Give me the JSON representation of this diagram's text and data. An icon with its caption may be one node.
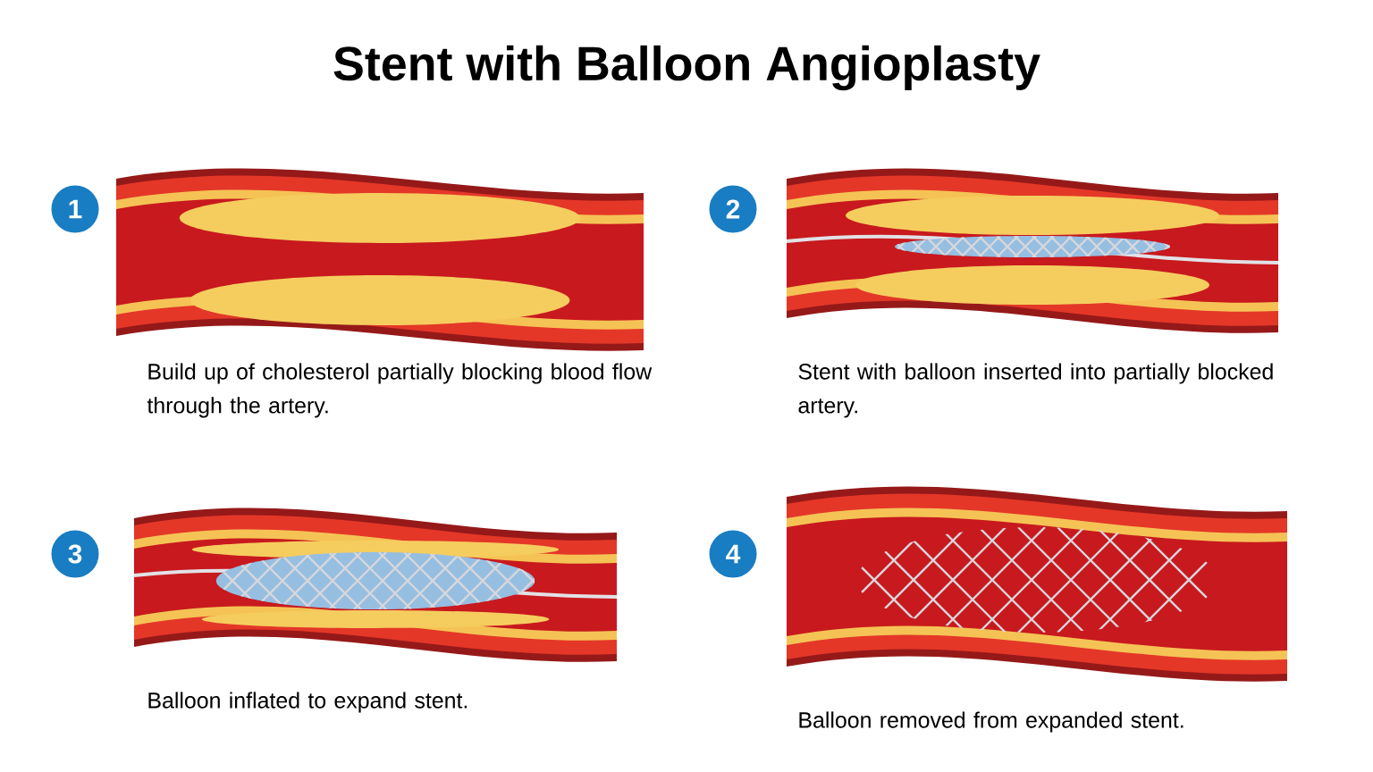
{
  "diagram": {
    "title": "Stent with Balloon Angioplasty",
    "nodes": [
      {
        "text": [
          "1"
        ]
      },
      {
        "text": [
          "2"
        ]
      },
      {
        "text": [
          "3"
        ]
      },
      {
        "text": [
          "4"
        ]
      }
    ],
    "edges": [],
    "labels": [
      "Build up of cholesterol partially blocking blood flow through the artery.",
      "Stent with balloon inserted into partially blocked artery.",
      "Balloon inflated to expand stent.",
      "Balloon removed from expanded stent."
    ]
  }
}
